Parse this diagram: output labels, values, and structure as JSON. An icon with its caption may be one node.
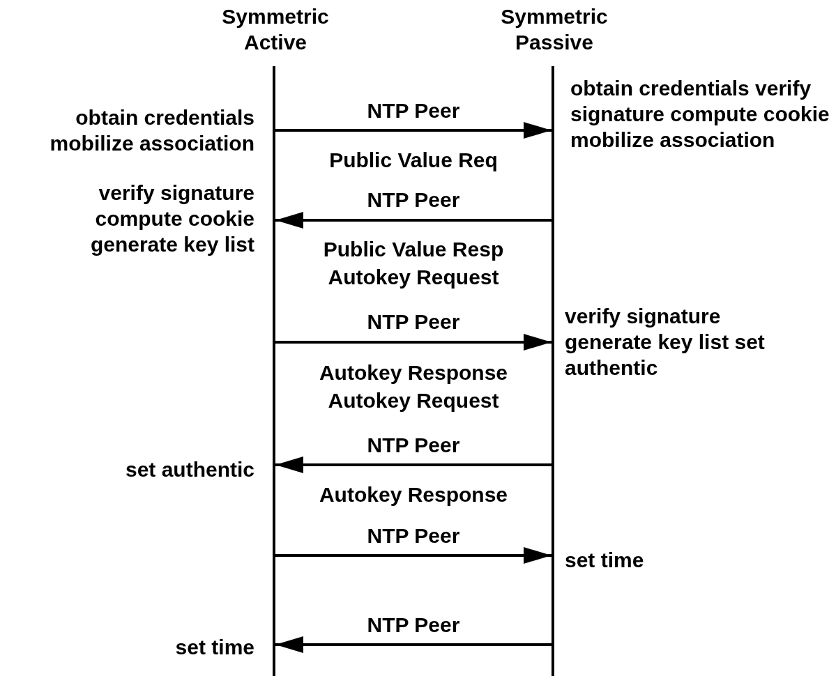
{
  "diagram": {
    "nodes": [
      {
        "text": [
          "Symmetric Active"
        ]
      },
      {
        "text": [
          "Symmetric Passive"
        ]
      }
    ],
    "edges": [
      {
        "from": 0,
        "to": 1,
        "arrow": "to",
        "label": "NTP Peer"
      },
      {
        "from": 1,
        "to": 0,
        "arrow": "to",
        "label": "NTP Peer"
      },
      {
        "from": 0,
        "to": 1,
        "arrow": "to",
        "label": "NTP Peer"
      },
      {
        "from": 1,
        "to": 0,
        "arrow": "to",
        "label": "NTP Peer"
      },
      {
        "from": 0,
        "to": 1,
        "arrow": "to",
        "label": "NTP Peer"
      },
      {
        "from": 1,
        "to": 0,
        "arrow": "to",
        "label": "NTP Peer"
      }
    ],
    "labels": [
      "obtain credentials verify signature compute cookie mobilize association",
      "obtain credentials mobilize association",
      "Public Value Req",
      "verify signature compute cookie generate key list",
      "Public Value Resp Autokey Request",
      "verify signature generate key list set authentic",
      "Autokey Response Autokey Request",
      "set authentic",
      "Autokey Response",
      "set time",
      "set time"
    ]
  }
}
